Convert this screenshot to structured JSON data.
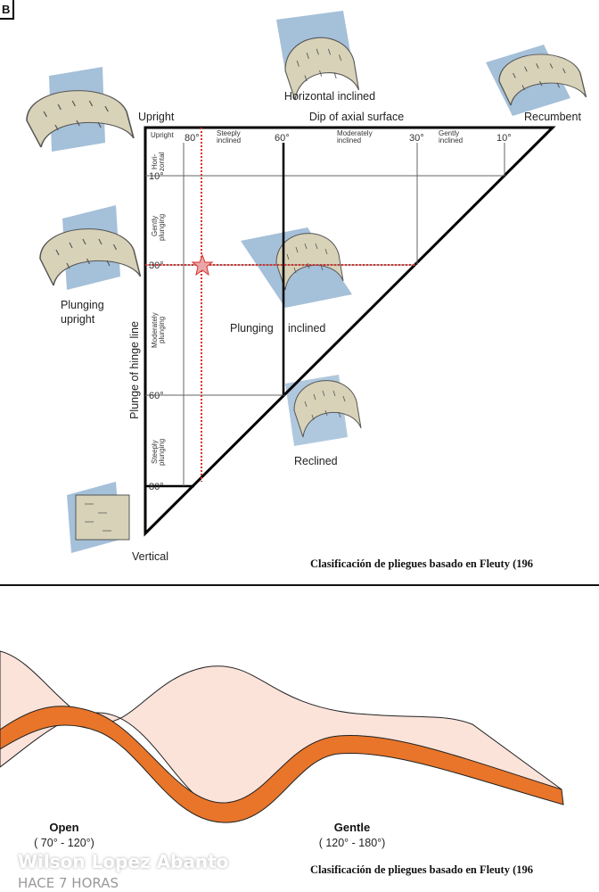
{
  "panel_letter": "B",
  "diagram": {
    "horizontal_inclined": "Horizontal inclined",
    "upright": "Upright",
    "axis_top": "Dip of axial surface",
    "recumbent": "Recumbent",
    "plunging_upright_1": "Plunging",
    "plunging_upright_2": "upright",
    "plunging_inclined_1": "Plunging",
    "plunging_inclined_2": "inclined",
    "reclined": "Reclined",
    "vertical": "Vertical",
    "axis_left": "Plunge of hinge line",
    "top_labels": {
      "upright": "Upright",
      "steeply_1": "Steeply",
      "steeply_2": "inclined",
      "moderately_1": "Moderately",
      "moderately_2": "inclined",
      "gently_1": "Gently",
      "gently_2": "inclined"
    },
    "top_degrees": [
      "80°",
      "60°",
      "30°",
      "10°"
    ],
    "left_labels": {
      "horizontal_1": "Hori-",
      "horizontal_2": "zontal",
      "gently_1": "Gently",
      "gently_2": "plunging",
      "moderately_1": "Moderately",
      "moderately_2": "plunging",
      "steeply_1": "Steeply",
      "steeply_2": "plunging"
    },
    "left_degrees": [
      "10°",
      "30°",
      "60°",
      "80°"
    ],
    "caption": "Clasificación de pliegues basado en Fleuty (196"
  },
  "profile": {
    "open_label": "Open",
    "open_range": "( 70° - 120°)",
    "gentle_label": "Gentle",
    "gentle_range": "( 120° - 180°)",
    "caption": "Clasificación de pliegues basado en Fleuty (196"
  },
  "post": {
    "author": "Wilson Lopez Abanto",
    "time": "HACE 7 HORAS"
  },
  "colors": {
    "highlight": "#d9302c",
    "layer": "#e8752a",
    "fill": "#fbe3da",
    "plane": "#8fb0d0",
    "fold": "#d8d2b8"
  }
}
